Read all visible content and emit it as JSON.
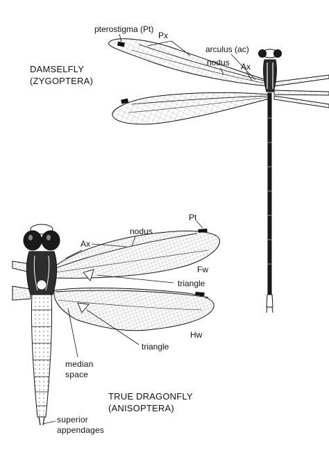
{
  "damselfly": {
    "title_line1": "DAMSELFLY",
    "title_line2": "(ZYGOPTERA)",
    "labels": {
      "pterostigma": "pterostigma (Pt)",
      "px": "Px",
      "arculus": "arculus (ac)",
      "nodus": "nodus",
      "ax": "Ax"
    }
  },
  "dragonfly": {
    "title_line1": "TRUE DRAGONFLY",
    "title_line2": "(ANISOPTERA)",
    "labels": {
      "nodus": "nodus",
      "pt": "Pt",
      "ax": "Ax",
      "fw": "Fw",
      "triangle_fore": "triangle",
      "triangle_hind": "triangle",
      "hw": "Hw",
      "median_line1": "median",
      "median_line2": "space",
      "superior_line1": "superior",
      "superior_line2": "appendages"
    }
  },
  "colors": {
    "ink": "#111111",
    "wing_fill": "#f4f4f4",
    "body_dark": "#1a1a1a",
    "paper": "#ffffff"
  }
}
